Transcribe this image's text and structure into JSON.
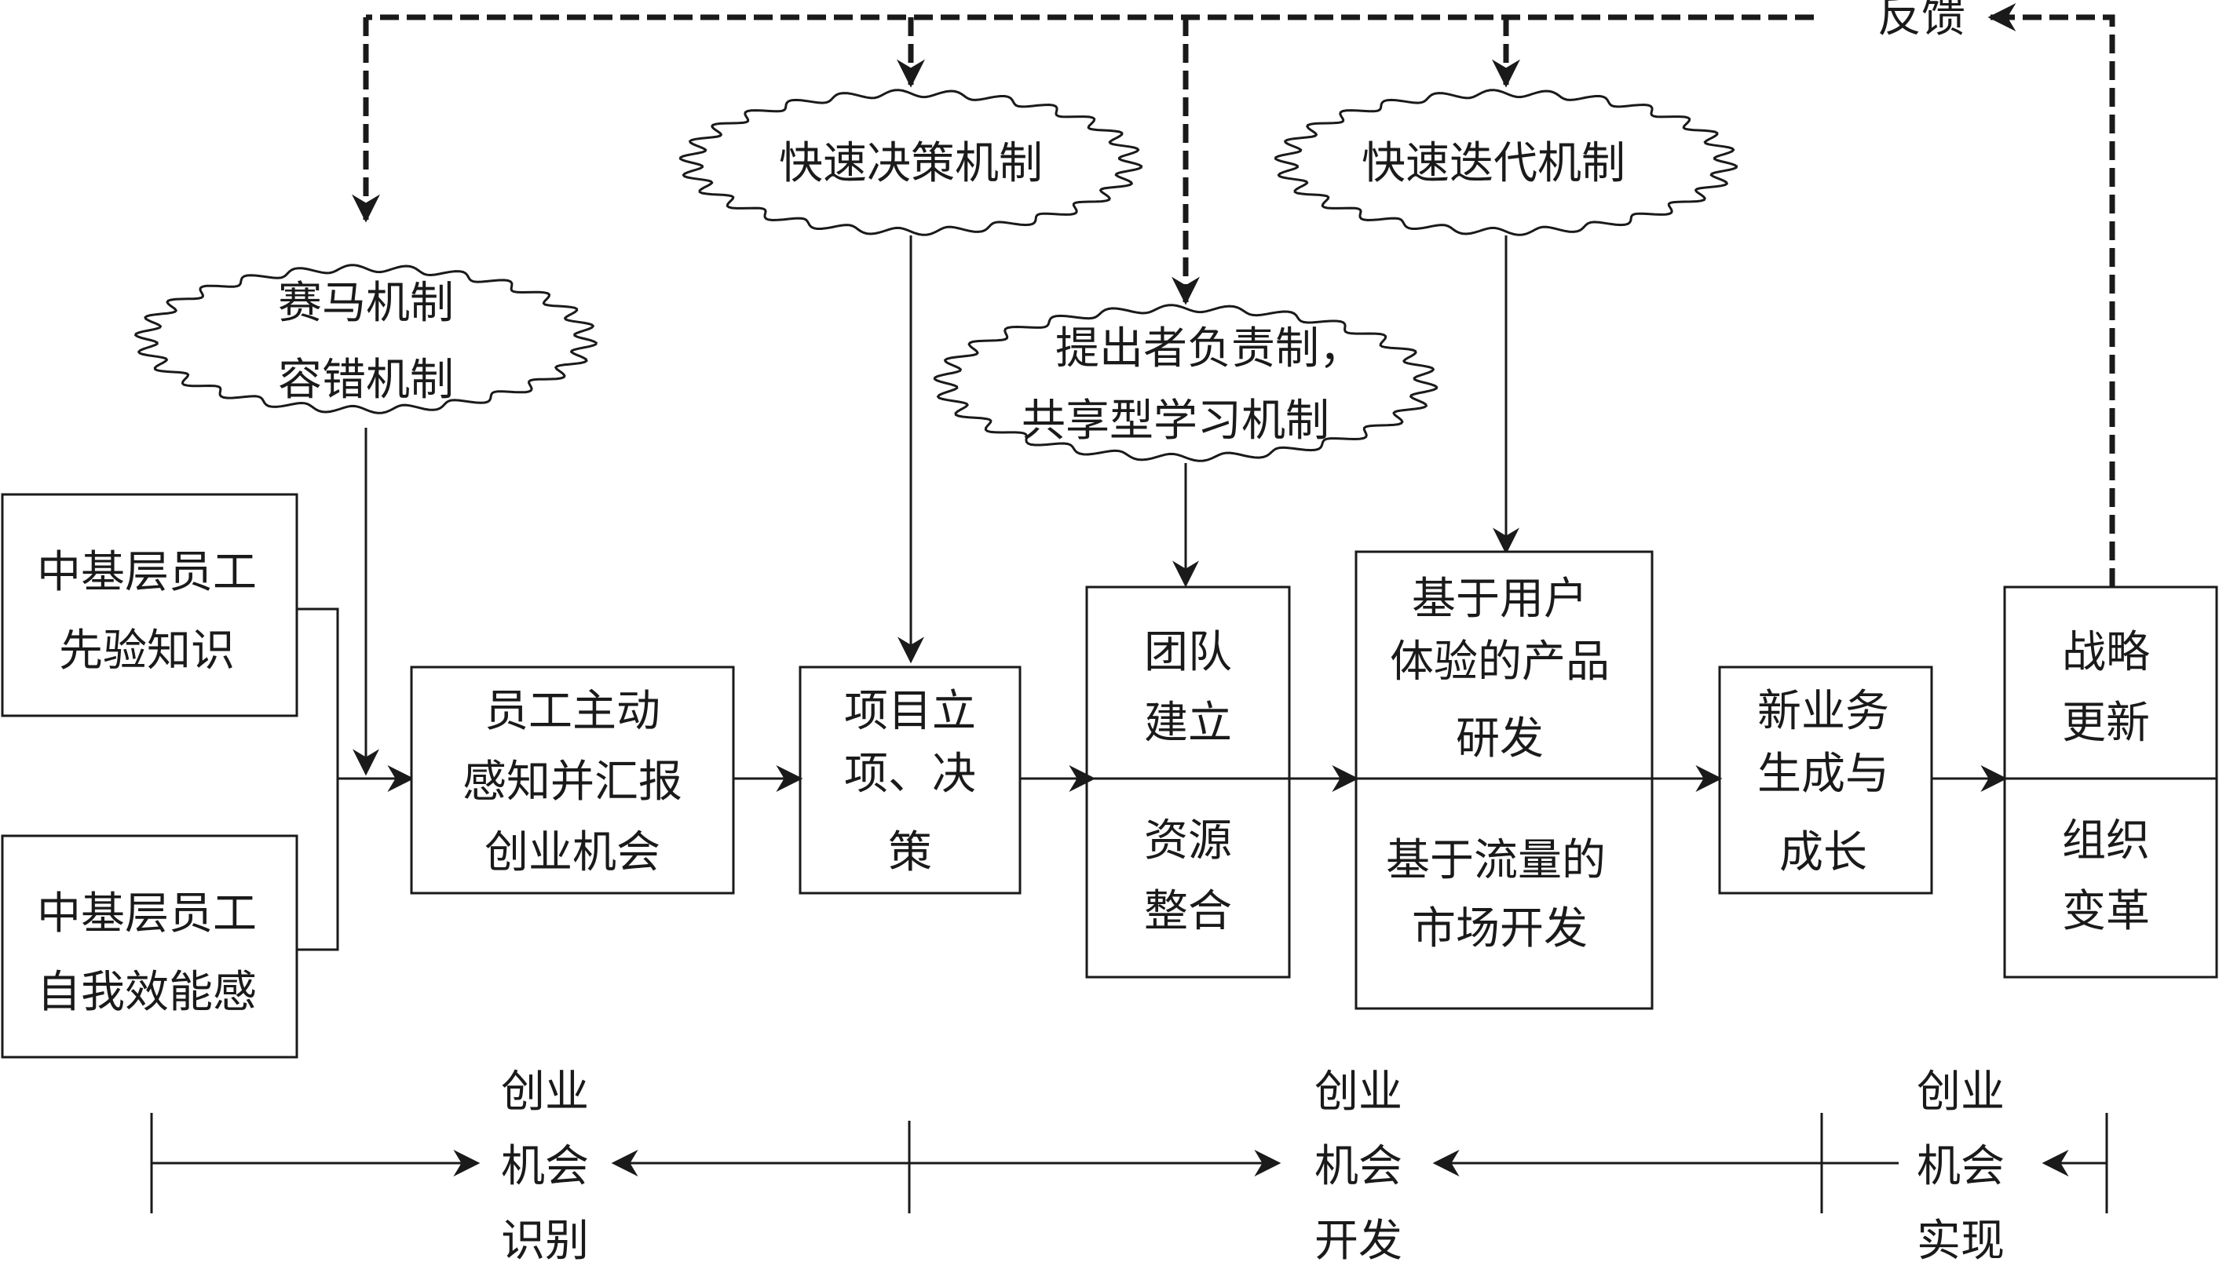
{
  "feedback_label": "反馈",
  "mechanisms": {
    "horse_race": [
      "赛马机制",
      "容错机制"
    ],
    "fast_decision": [
      "快速决策机制"
    ],
    "proposer": [
      "提出者负责制，",
      "共享型学习机制"
    ],
    "fast_iteration": [
      "快速迭代机制"
    ]
  },
  "inputs": {
    "prior_knowledge": [
      "中基层员工",
      "先验知识"
    ],
    "self_efficacy": [
      "中基层员工",
      "自我效能感"
    ]
  },
  "process": {
    "perceive": [
      "员工主动",
      "感知并汇报",
      "创业机会"
    ],
    "project": [
      "项目立",
      "项、决",
      "策"
    ],
    "team_top": [
      "团队",
      "建立"
    ],
    "team_bottom": [
      "资源",
      "整合"
    ],
    "product_top": [
      "基于用户",
      "体验的产品",
      "研发"
    ],
    "product_bottom": [
      "基于流量的",
      "市场开发"
    ],
    "growth": [
      "新业务",
      "生成与",
      "成长"
    ],
    "strategy_top": [
      "战略",
      "更新"
    ],
    "strategy_bottom": [
      "组织",
      "变革"
    ]
  },
  "stages": {
    "identification": [
      "创业",
      "机会",
      "识别"
    ],
    "development": [
      "创业",
      "机会",
      "开发"
    ],
    "realization": [
      "创业",
      "机会",
      "实现"
    ]
  }
}
